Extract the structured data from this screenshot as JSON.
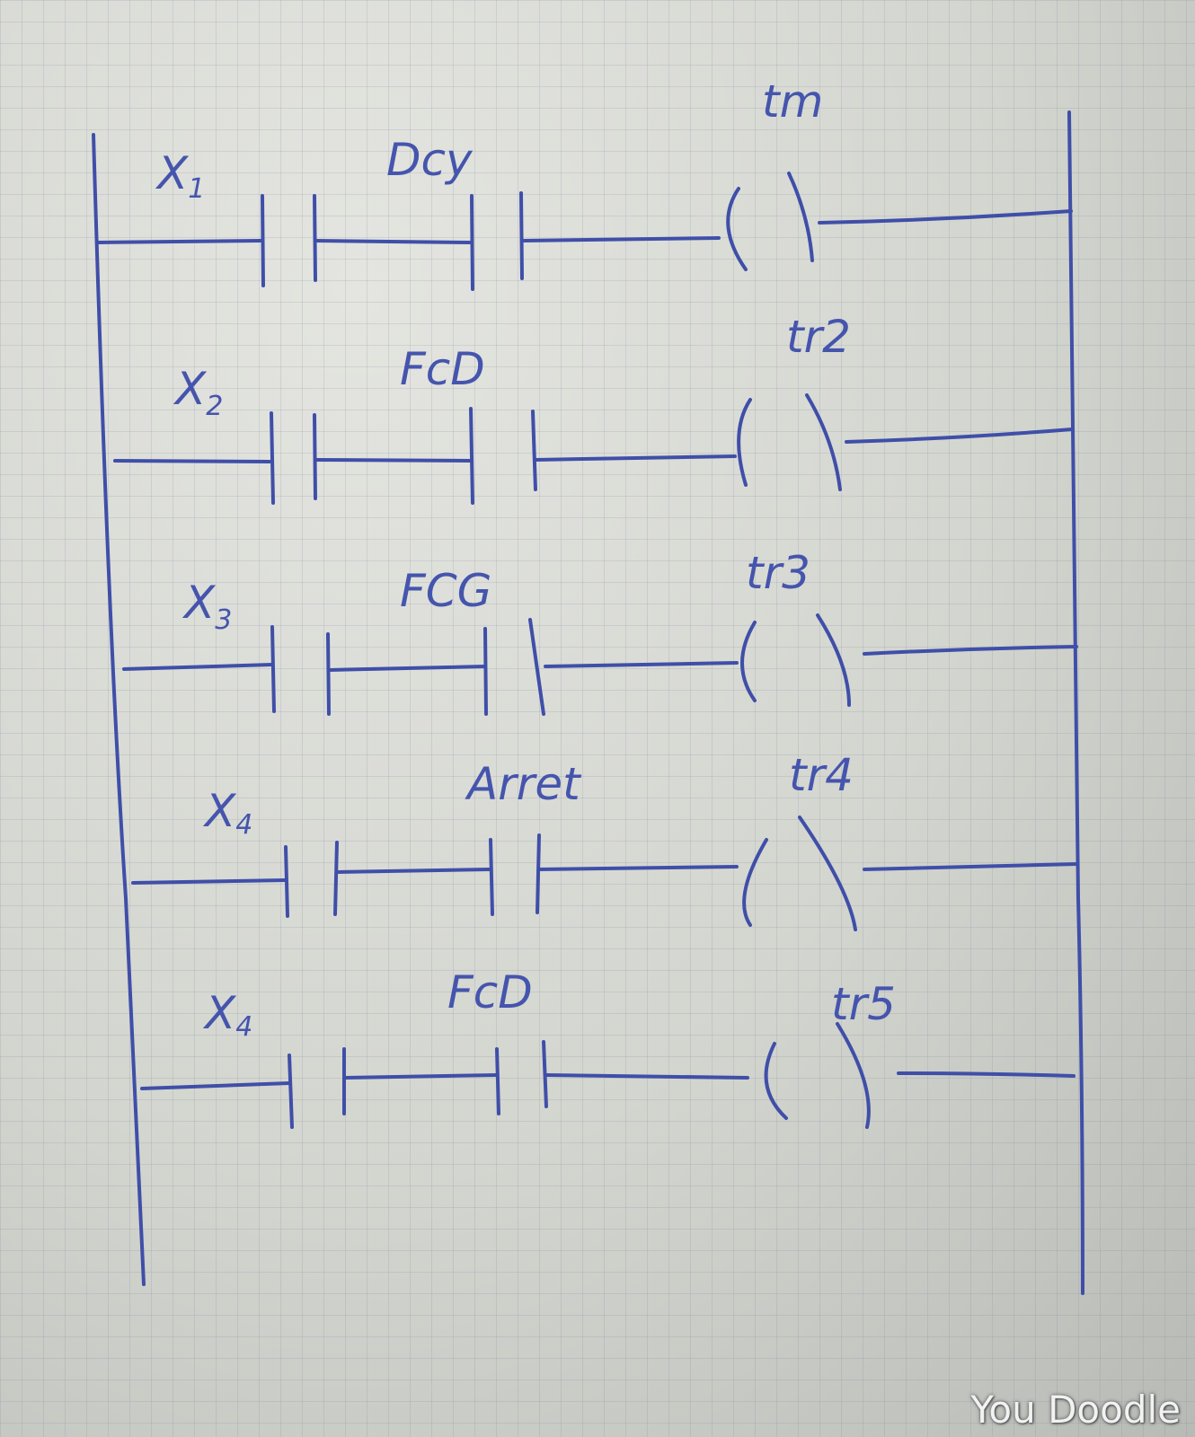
{
  "diagram": {
    "type": "ladder-diagram",
    "medium": "hand-drawn on graph paper",
    "ink_color": "#3f4fa8",
    "rungs": [
      {
        "contact1": {
          "label": "X",
          "sub": "1"
        },
        "contact2": {
          "label": "Dcy"
        },
        "coil": {
          "label": "tm"
        }
      },
      {
        "contact1": {
          "label": "X",
          "sub": "2"
        },
        "contact2": {
          "label": "FcD"
        },
        "coil": {
          "label": "tr2"
        }
      },
      {
        "contact1": {
          "label": "X",
          "sub": "3"
        },
        "contact2": {
          "label": "FCG"
        },
        "coil": {
          "label": "tr3"
        }
      },
      {
        "contact1": {
          "label": "X",
          "sub": "4"
        },
        "contact2": {
          "label": "Arret"
        },
        "coil": {
          "label": "tr4"
        }
      },
      {
        "contact1": {
          "label": "X",
          "sub": "4"
        },
        "contact2": {
          "label": "FcD"
        },
        "coil": {
          "label": "tr5"
        }
      }
    ]
  },
  "watermark": "You Doodle"
}
